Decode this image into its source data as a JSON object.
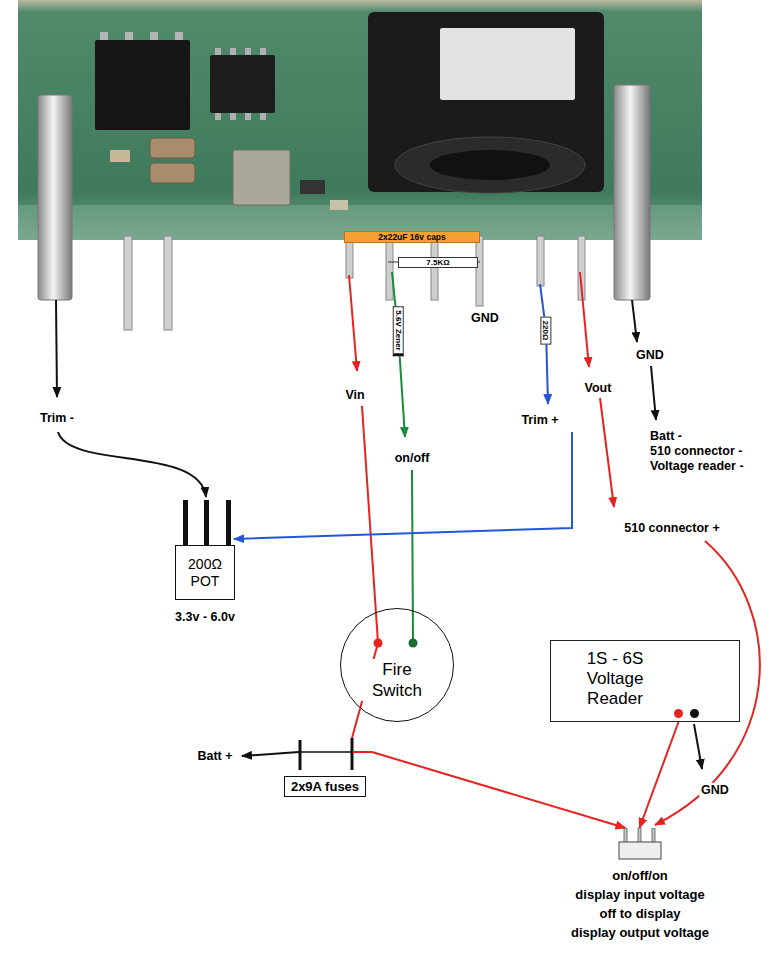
{
  "diagram": {
    "nodes": [
      {
        "text": [
          "2x22uF 16v caps"
        ]
      },
      {
        "text": [
          "7.5KΩ"
        ]
      },
      {
        "text": [
          "5.6V Zener"
        ]
      },
      {
        "text": [
          "220Ω"
        ]
      },
      {
        "text": [
          "200Ω POT",
          "3.3v - 6.0v"
        ]
      },
      {
        "text": [
          "Fire Switch"
        ]
      },
      {
        "text": [
          "2x9A fuses"
        ]
      },
      {
        "text": [
          "1S - 6S Voltage Reader"
        ]
      },
      {
        "text": [
          "on/off/on",
          "display input voltage",
          "off to display",
          "display output voltage"
        ]
      }
    ],
    "edges": [
      {
        "from": 6,
        "to": 5,
        "arrow": "none"
      },
      {
        "from": 6,
        "to": 8,
        "arrow": "to"
      },
      {
        "from": 7,
        "to": 8,
        "arrow": "to"
      }
    ],
    "labels": [
      "Trim -",
      "Vin",
      "on/off",
      "GND",
      "Trim +",
      "Vout",
      "GND",
      "Batt -",
      "510 connector -",
      "Voltage reader -",
      "510 connector +",
      "Batt +",
      "GND"
    ]
  }
}
